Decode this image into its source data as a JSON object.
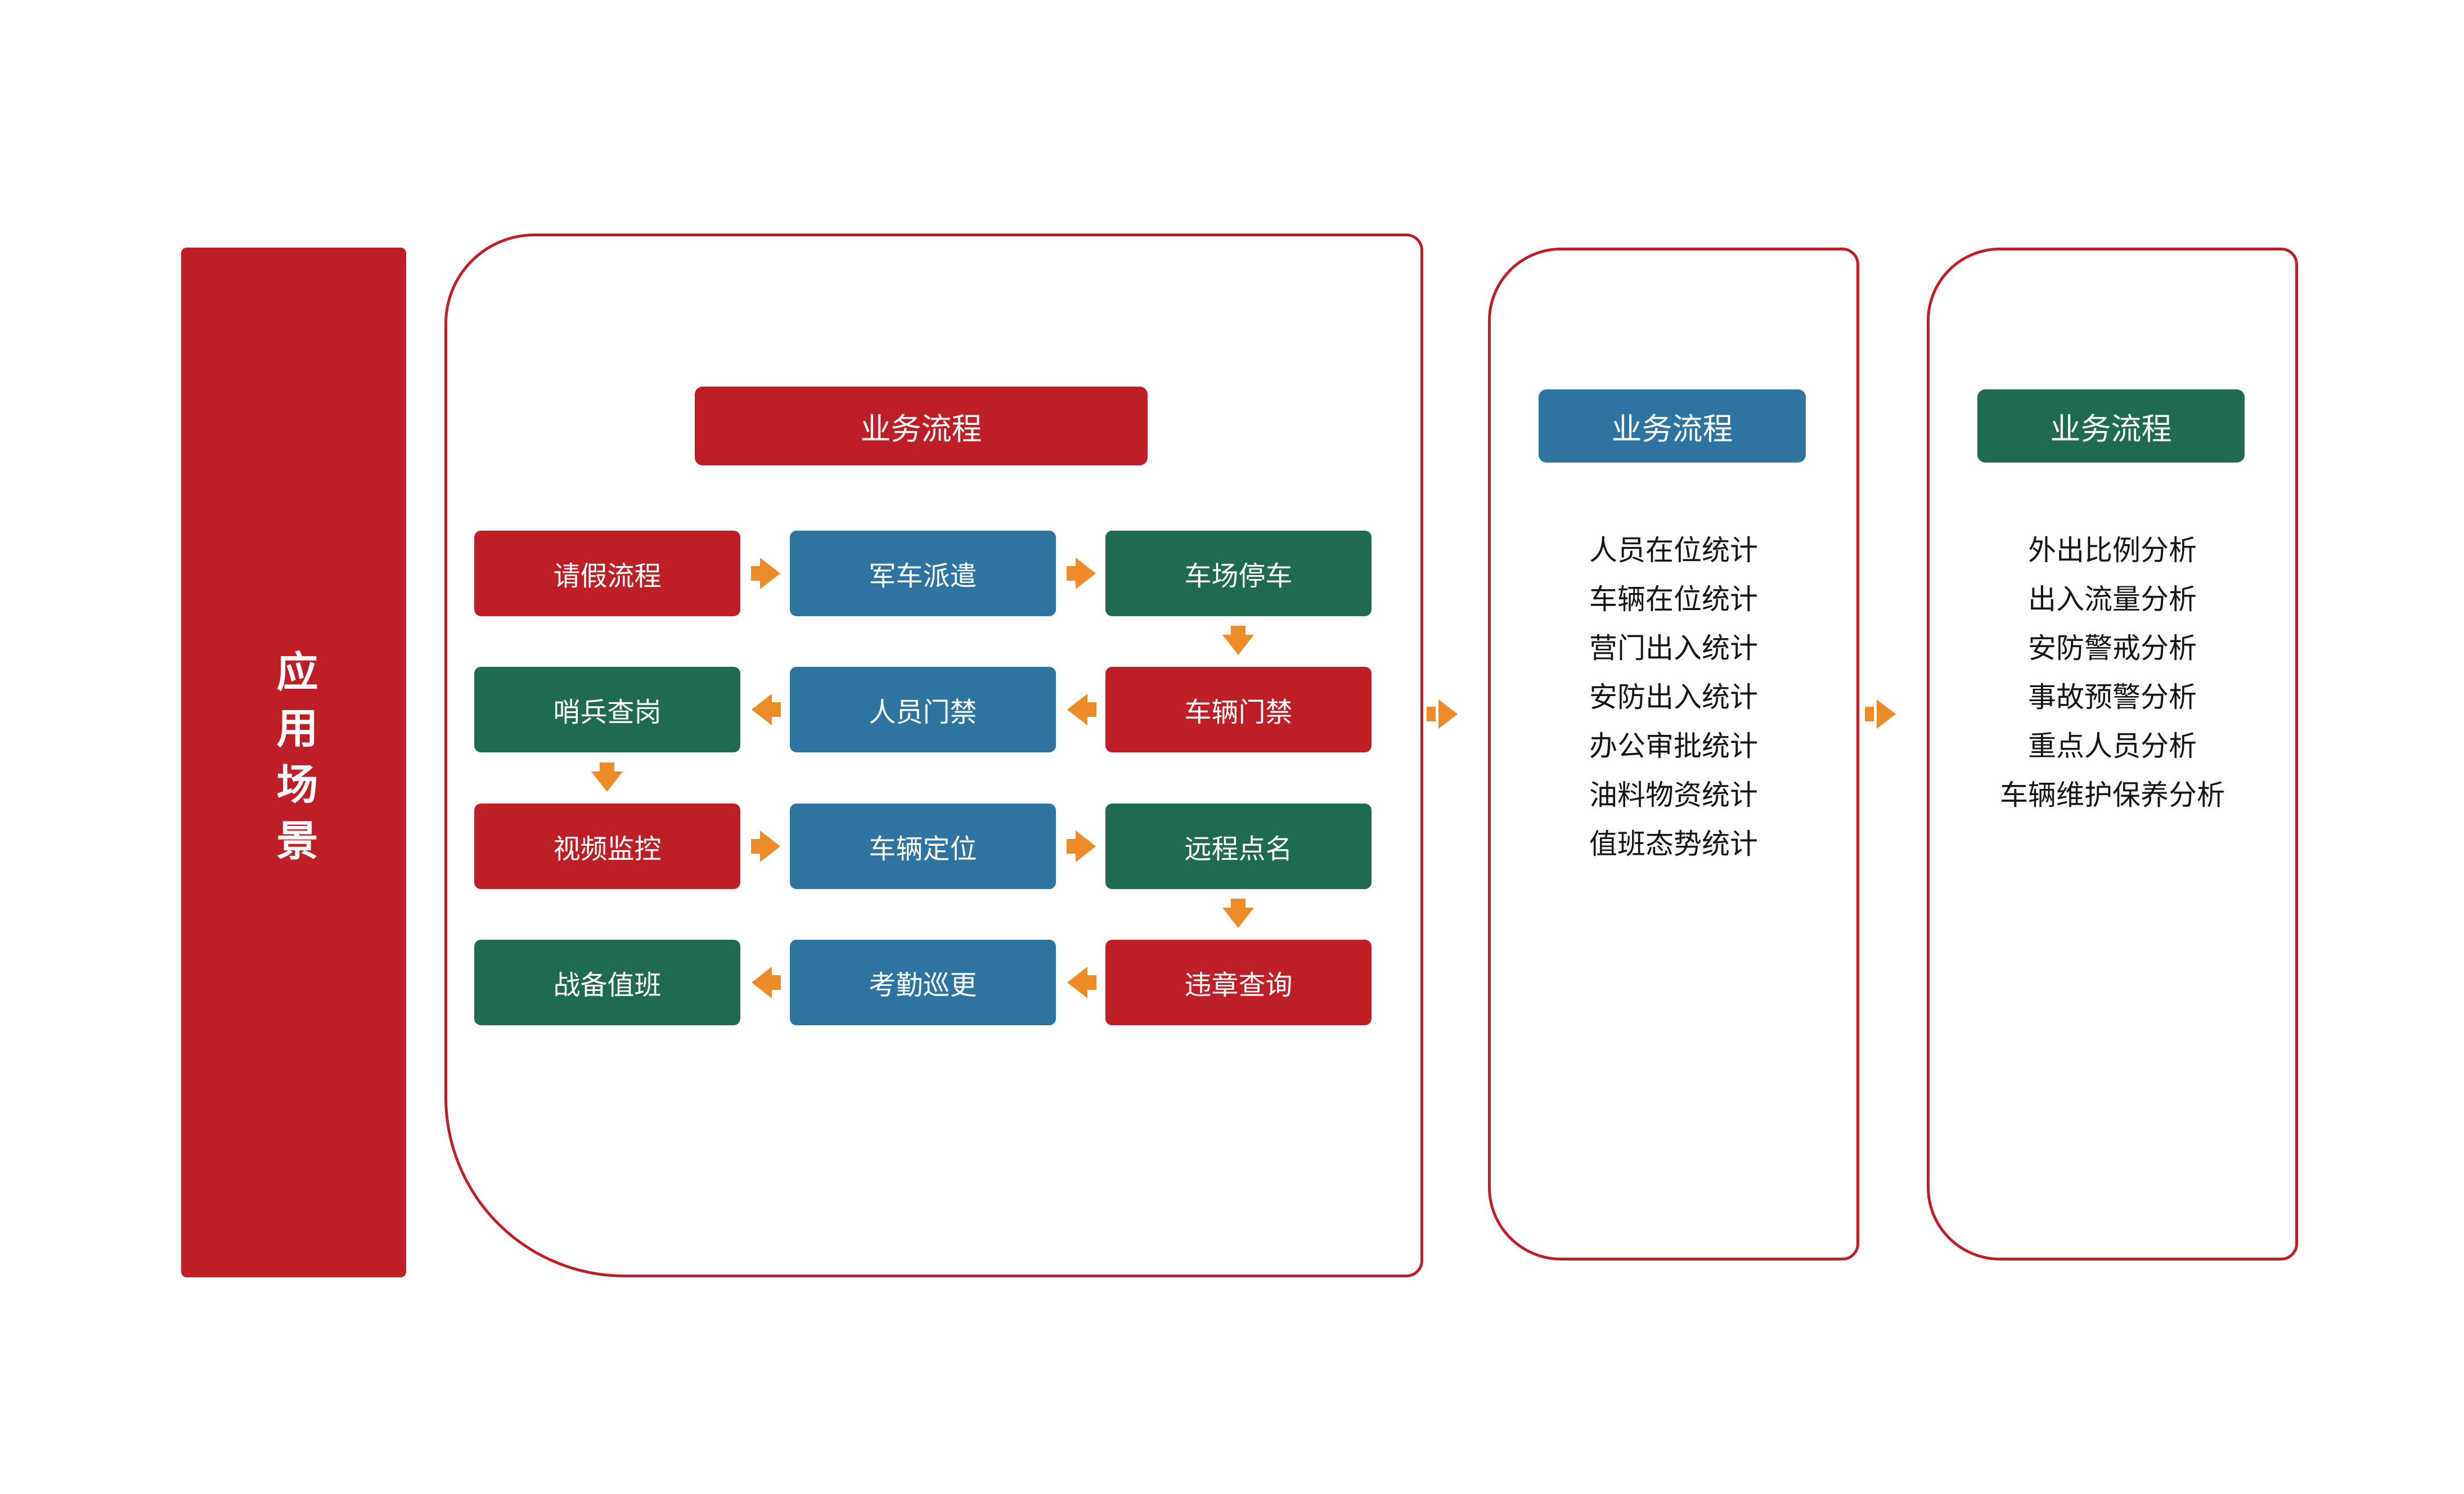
{
  "colors": {
    "red": "#BE1E26",
    "blue": "#2E74A0",
    "green": "#1E6B50",
    "arrow_orange": "#ED8B28",
    "text_dark": "#151515",
    "white": "#FFFFFF"
  },
  "banner": {
    "label": "应用场景"
  },
  "panels": {
    "flow": {
      "header": "业务流程",
      "nodes": [
        {
          "label": "请假流程",
          "color": "red",
          "row": 0,
          "col": 0
        },
        {
          "label": "军车派遣",
          "color": "blue",
          "row": 0,
          "col": 1
        },
        {
          "label": "车场停车",
          "color": "green",
          "row": 0,
          "col": 2
        },
        {
          "label": "哨兵查岗",
          "color": "green",
          "row": 1,
          "col": 0
        },
        {
          "label": "人员门禁",
          "color": "blue",
          "row": 1,
          "col": 1
        },
        {
          "label": "车辆门禁",
          "color": "red",
          "row": 1,
          "col": 2
        },
        {
          "label": "视频监控",
          "color": "red",
          "row": 2,
          "col": 0
        },
        {
          "label": "车辆定位",
          "color": "blue",
          "row": 2,
          "col": 1
        },
        {
          "label": "远程点名",
          "color": "green",
          "row": 2,
          "col": 2
        },
        {
          "label": "战备值班",
          "color": "green",
          "row": 3,
          "col": 0
        },
        {
          "label": "考勤巡更",
          "color": "blue",
          "row": 3,
          "col": 1
        },
        {
          "label": "违章查询",
          "color": "red",
          "row": 3,
          "col": 2
        }
      ],
      "arrows": [
        {
          "from": "请假流程",
          "to": "军车派遣",
          "direction": "right"
        },
        {
          "from": "军车派遣",
          "to": "车场停车",
          "direction": "right"
        },
        {
          "from": "车场停车",
          "to": "车辆门禁",
          "direction": "down"
        },
        {
          "from": "车辆门禁",
          "to": "人员门禁",
          "direction": "left"
        },
        {
          "from": "人员门禁",
          "to": "哨兵查岗",
          "direction": "left"
        },
        {
          "from": "哨兵查岗",
          "to": "视频监控",
          "direction": "down"
        },
        {
          "from": "视频监控",
          "to": "车辆定位",
          "direction": "right"
        },
        {
          "from": "车辆定位",
          "to": "远程点名",
          "direction": "right"
        },
        {
          "from": "远程点名",
          "to": "违章查询",
          "direction": "down"
        },
        {
          "from": "违章查询",
          "to": "考勤巡更",
          "direction": "left"
        },
        {
          "from": "考勤巡更",
          "to": "战备值班",
          "direction": "left"
        }
      ]
    },
    "stats": {
      "header": "业务流程",
      "items": [
        "人员在位统计",
        "车辆在位统计",
        "营门出入统计",
        "安防出入统计",
        "办公审批统计",
        "油料物资统计",
        "值班态势统计"
      ]
    },
    "analysis": {
      "header": "业务流程",
      "items": [
        "外出比例分析",
        "出入流量分析",
        "安防警戒分析",
        "事故预警分析",
        "重点人员分析",
        "车辆维护保养分析"
      ]
    }
  },
  "connectors": [
    {
      "from": "flow",
      "to": "stats",
      "direction": "right"
    },
    {
      "from": "stats",
      "to": "analysis",
      "direction": "right"
    }
  ]
}
